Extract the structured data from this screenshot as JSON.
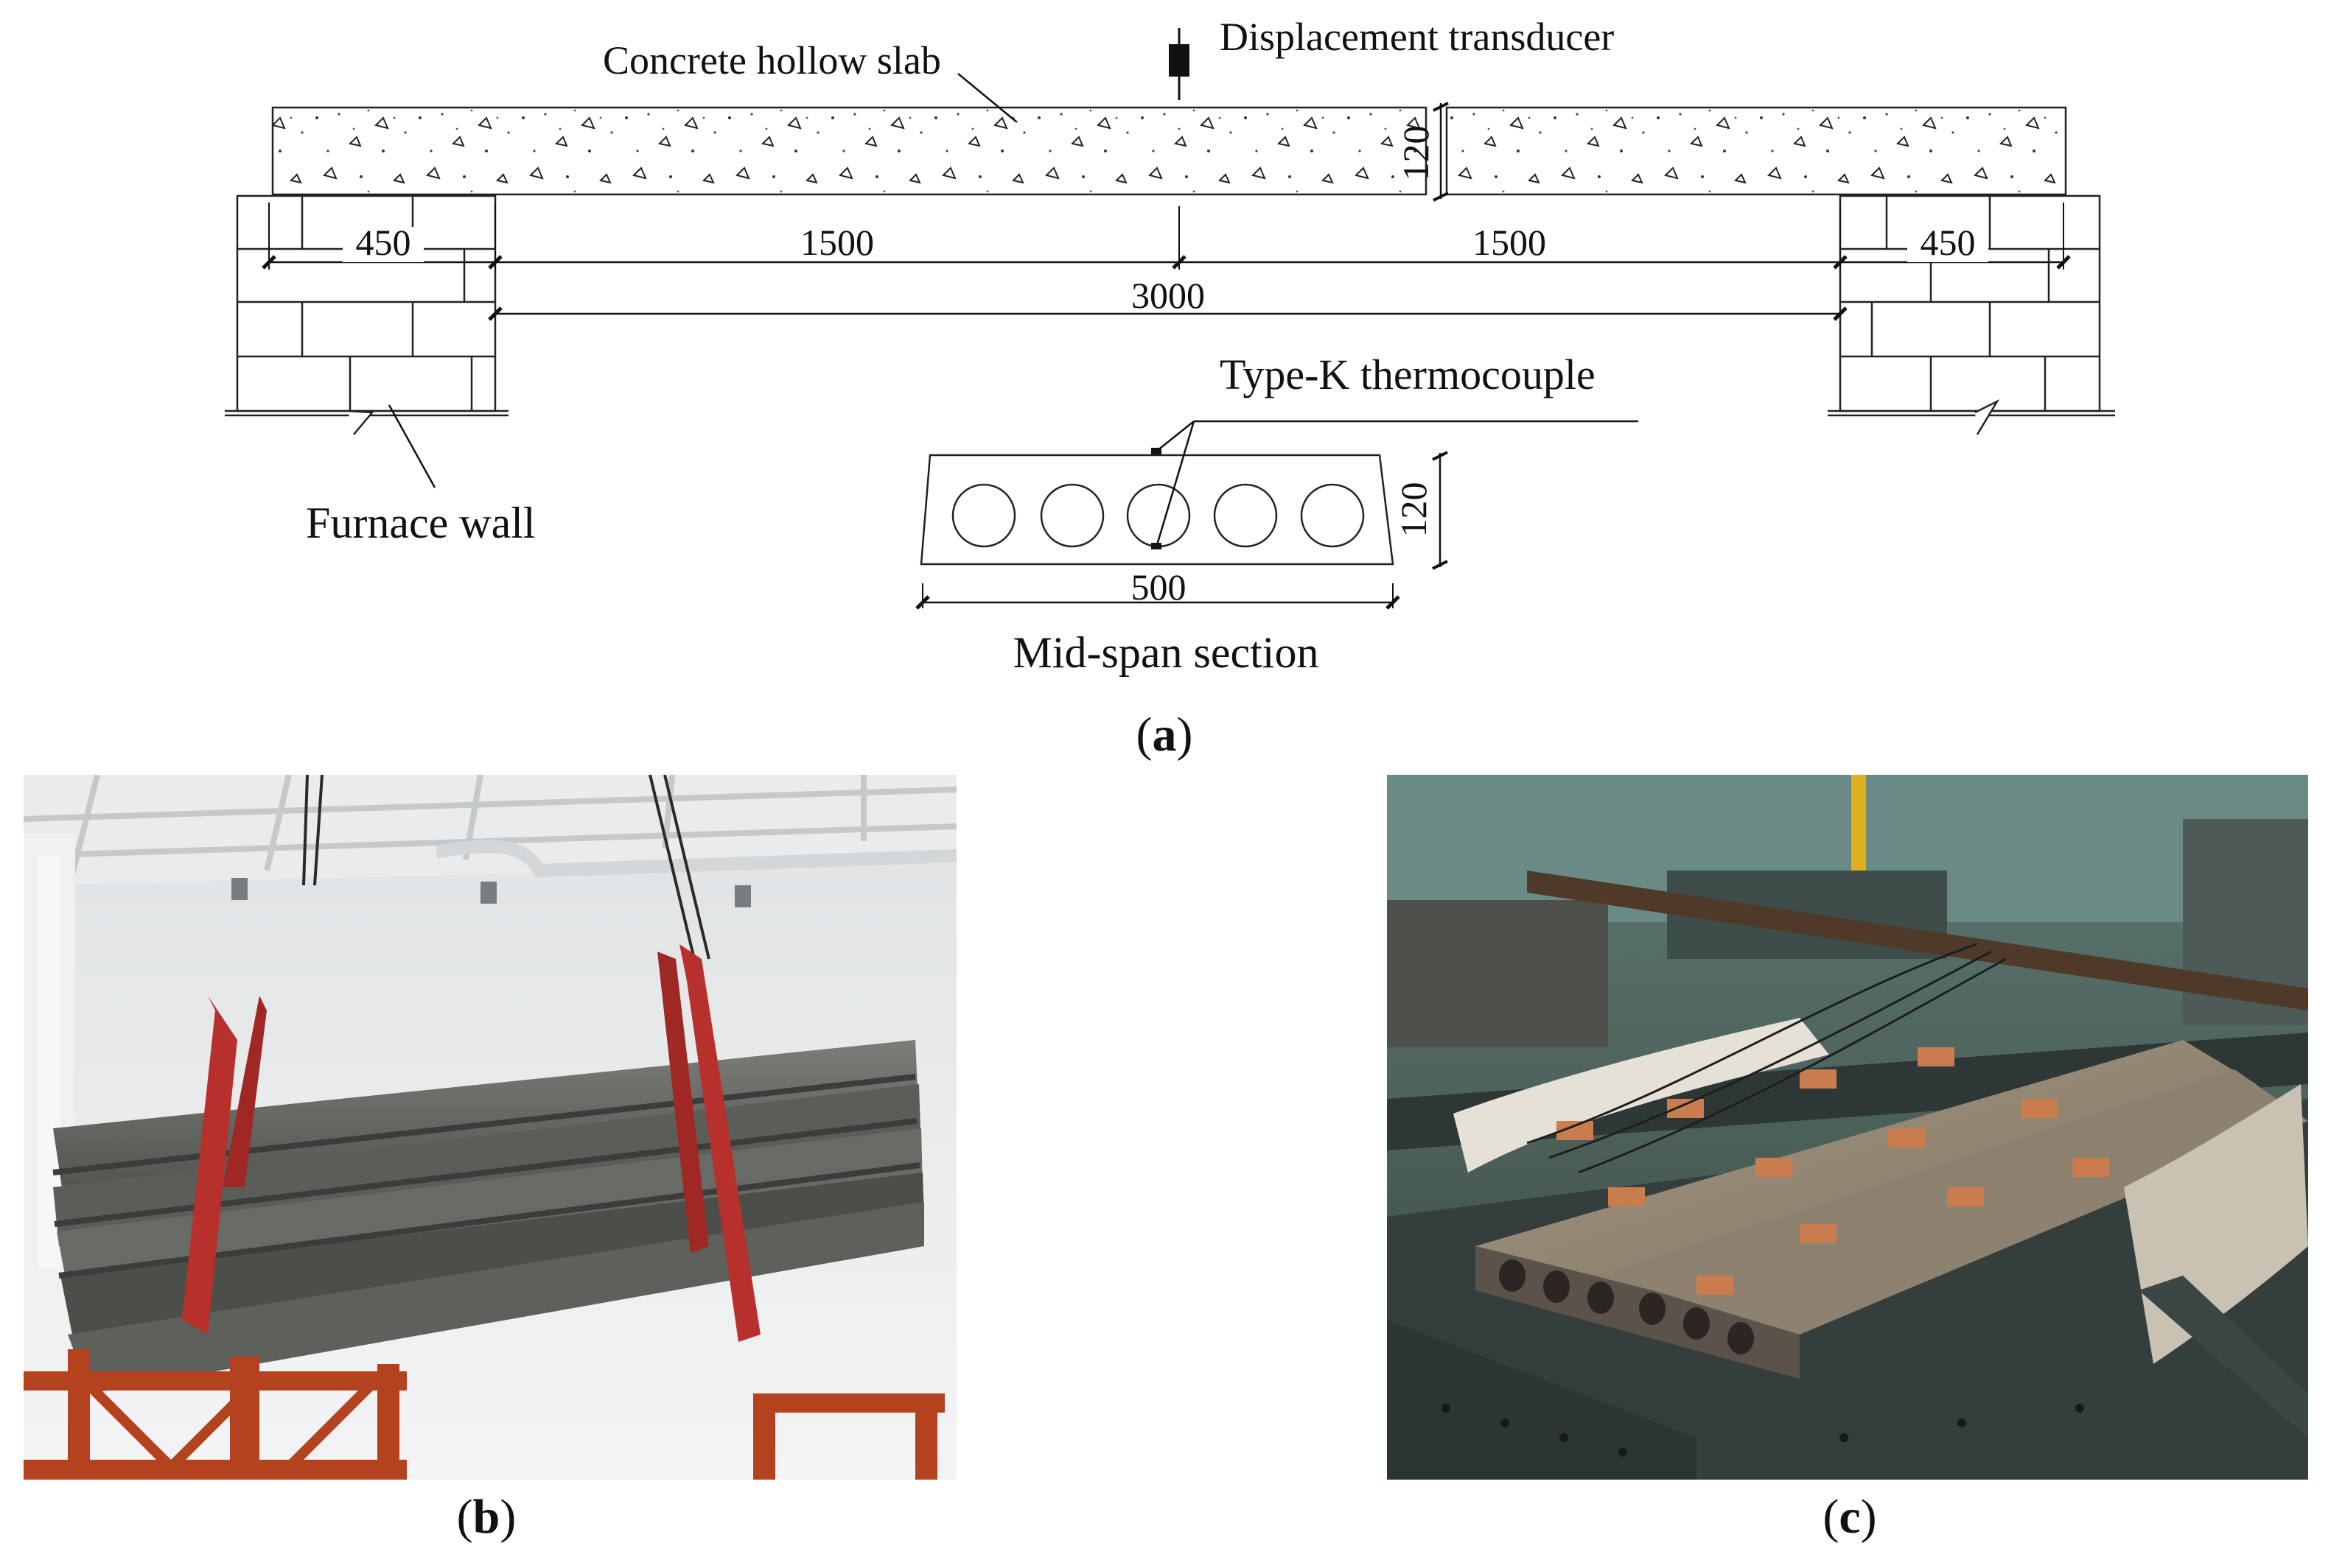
{
  "panel_a": {
    "labels": {
      "slab": "Concrete hollow slab",
      "transducer": "Displacement transducer",
      "thermocouple": "Type-K thermocouple",
      "furnace_wall": "Furnace wall",
      "section": "Mid-span section"
    },
    "dimensions": {
      "slab_thickness": "120",
      "left_support": "450",
      "left_half": "1500",
      "right_half": "1500",
      "right_support": "450",
      "span": "3000",
      "section_height": "120",
      "section_width": "500"
    },
    "caption": {
      "open": "(",
      "letter": "a",
      "close": ")"
    }
  },
  "panel_b": {
    "caption": {
      "open": "(",
      "letter": "b",
      "close": ")"
    }
  },
  "panel_c": {
    "caption": {
      "open": "(",
      "letter": "c",
      "close": ")"
    }
  }
}
